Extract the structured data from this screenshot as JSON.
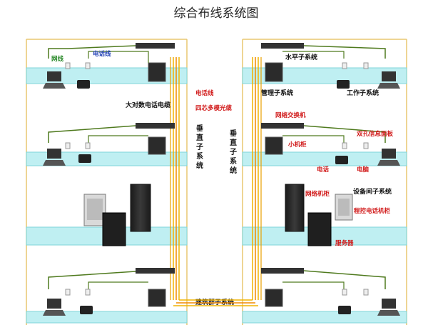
{
  "title": "综合布线系统图",
  "labels": {
    "network_line": "网线",
    "phone_line": "电话线",
    "phone_line_red": "电话线",
    "bulk_phone_cable": "大对数电话电缆",
    "fiber_cable": "四芯多模光缆",
    "vertical_left": [
      "垂",
      "直",
      "子",
      "系",
      "统"
    ],
    "vertical_right": [
      "垂",
      "直",
      "子",
      "系",
      "统"
    ],
    "building_group": "建筑群子系统",
    "horizontal": "水平子系统",
    "management": "管理子系统",
    "work_area": "工作子系统",
    "network_switch": "网络交换机",
    "small_cabinet": "小机柜",
    "dual_panel": "双孔信息面板",
    "phone": "电话",
    "computer": "电脑",
    "network_cabinet": "网络机柜",
    "equipment_room": "设备间子系统",
    "pbx_cabinet": "程控电话机柜",
    "server": "服务器"
  },
  "colors": {
    "floor_fill": "#bfeff2",
    "floor_edge": "#7fd4da",
    "wall": "#e8c770",
    "cable_green": "#4f7a1e",
    "cable_yellow": "#f0b400",
    "cable_orange": "#f08a00",
    "device_dark": "#2b2b2b",
    "red_label": "#d11a1a",
    "green_label": "#2a8a2a",
    "blue_label": "#1f3fb5"
  },
  "icons": [
    "laptop-icon",
    "desk-phone-icon",
    "network-switch-icon",
    "wall-cabinet-icon",
    "server-rack-icon",
    "tower-server-icon",
    "info-outlet-icon"
  ]
}
